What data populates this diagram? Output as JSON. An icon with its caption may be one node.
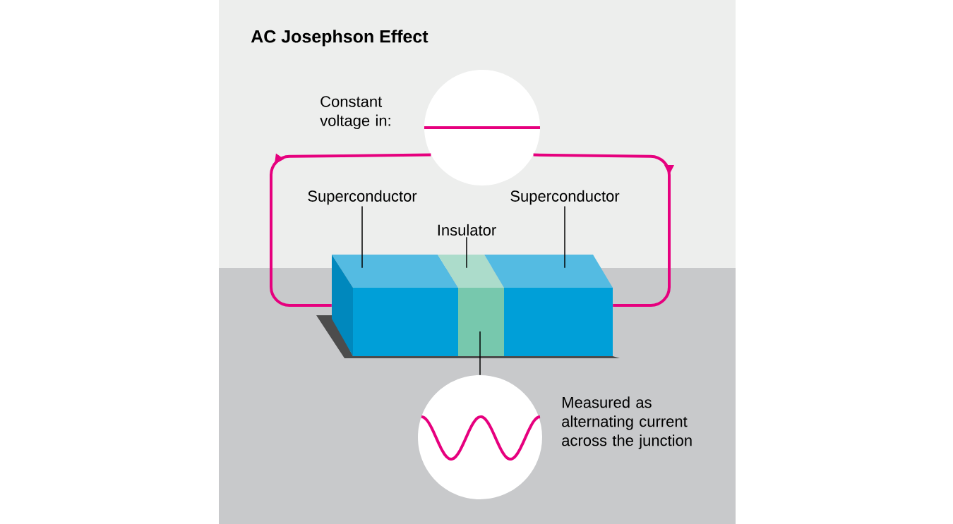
{
  "diagram": {
    "title": "AC Josephson Effect",
    "nodes": [
      {
        "text": [],
        "shape": "circle",
        "beside": [
          "Constant voltage in:"
        ]
      },
      {
        "text": [],
        "shape": "box"
      },
      {
        "text": [],
        "shape": "box"
      },
      {
        "text": [],
        "shape": "box"
      },
      {
        "text": [
          "Superconductor"
        ]
      },
      {
        "text": [
          "Insulator"
        ]
      },
      {
        "text": [
          "Superconductor"
        ]
      },
      {
        "text": [],
        "shape": "circle",
        "beside": [
          "Measured as alternating current across the junction"
        ]
      }
    ],
    "edges": [
      {
        "from": 0,
        "to": 1,
        "arrow": "to",
        "style": "thick",
        "color": "#e6007e"
      },
      {
        "from": 0,
        "to": 3,
        "arrow": "to",
        "style": "thick",
        "color": "#e6007e"
      },
      {
        "from": 4,
        "to": 1,
        "arrow": "none"
      },
      {
        "from": 5,
        "to": 2,
        "arrow": "none"
      },
      {
        "from": 6,
        "to": 3,
        "arrow": "none"
      },
      {
        "from": 2,
        "to": 7,
        "arrow": "none"
      }
    ]
  }
}
